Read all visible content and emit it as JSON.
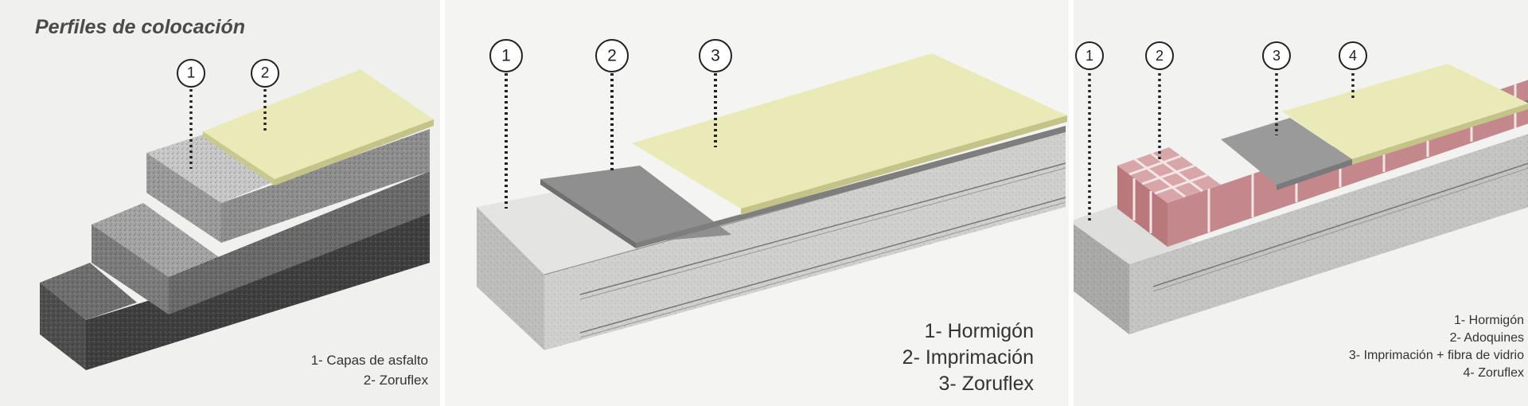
{
  "title": "Perfiles de colocación",
  "profiles": [
    {
      "markers": [
        "1",
        "2"
      ],
      "legend": [
        "1- Capas de asfalto",
        "2- Zoruflex"
      ]
    },
    {
      "markers": [
        "1",
        "2",
        "3"
      ],
      "legend": [
        "1- Hormigón",
        "2- Imprimación",
        "3- Zoruflex"
      ]
    },
    {
      "markers": [
        "1",
        "2",
        "3",
        "4"
      ],
      "legend": [
        "1- Hormigón",
        "2- Adoquines",
        "3- Imprimación + fibra de vidrio",
        "4- Zoruflex"
      ]
    }
  ]
}
